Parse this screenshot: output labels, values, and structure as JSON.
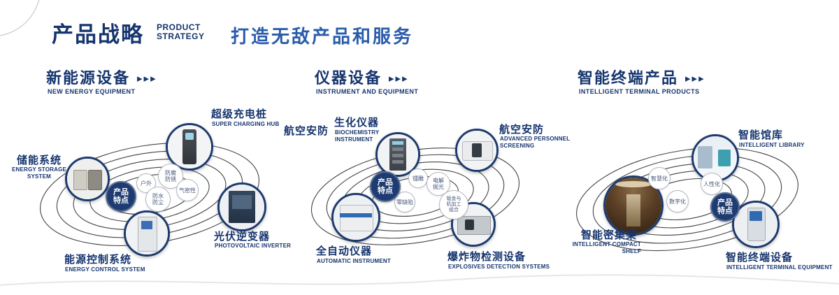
{
  "page": {
    "title_zh": "产品战略",
    "title_en_lines": [
      "PRODUCT",
      "STRATEGY"
    ],
    "slogan": "打造无敌产品和服务",
    "arrows": "▸▸▸",
    "colors": {
      "navy": "#16356e",
      "blue": "#2a5cab"
    }
  },
  "sections": [
    {
      "id": "new-energy",
      "title_zh": "新能源设备",
      "title_en": "NEW ENERGY EQUIPMENT",
      "center": "产品特点",
      "features": [
        "户外",
        "防腐防锈",
        "防水防尘",
        "气密性"
      ],
      "products": [
        {
          "zh": "储能系统",
          "en": "ENERGY STORAGE SYSTEM"
        },
        {
          "zh": "超级充电桩",
          "en": "SUPER CHARGING HUB"
        },
        {
          "zh": "光伏逆变器",
          "en": "PHOTOVOLTAIC INVERTER"
        },
        {
          "zh": "能源控制系统",
          "en": "ENERGY CONTROL SYSTEM"
        }
      ]
    },
    {
      "id": "instrument",
      "title_zh": "仪器设备",
      "title_en": "INSTRUMENT AND EQUIPMENT",
      "extra_label": "航空安防",
      "center": "产品特点",
      "features": [
        "镭雕",
        "电解抛光",
        "零缺陷",
        "钣金与机加工组合"
      ],
      "products": [
        {
          "zh": "生化仪器",
          "en": "BIOCHEMISTRY INSTRUMENT"
        },
        {
          "zh": "航空安防",
          "en": "ADVANCED PERSONNEL SCREENING"
        },
        {
          "zh": "全自动仪器",
          "en": "AUTOMATIC INSTRUMENT"
        },
        {
          "zh": "爆炸物检测设备",
          "en": "EXPLOSIVES DETECTION SYSTEMS"
        }
      ]
    },
    {
      "id": "intelligent-terminal",
      "title_zh": "智能终端产品",
      "title_en": "INTELLIGENT TERMINAL PRODUCTS",
      "center": "产品特点",
      "features": [
        "智慧化",
        "人性化",
        "数字化"
      ],
      "products": [
        {
          "zh": "智能馆库",
          "en": "INTELLIGENT LIBRARY"
        },
        {
          "zh": "智能密集架",
          "en": "INTELLIGENT COMPACT SHELF"
        },
        {
          "zh": "智能终端设备",
          "en": "INTELLIGENT TERMINAL EQUIPMENT"
        }
      ]
    }
  ]
}
